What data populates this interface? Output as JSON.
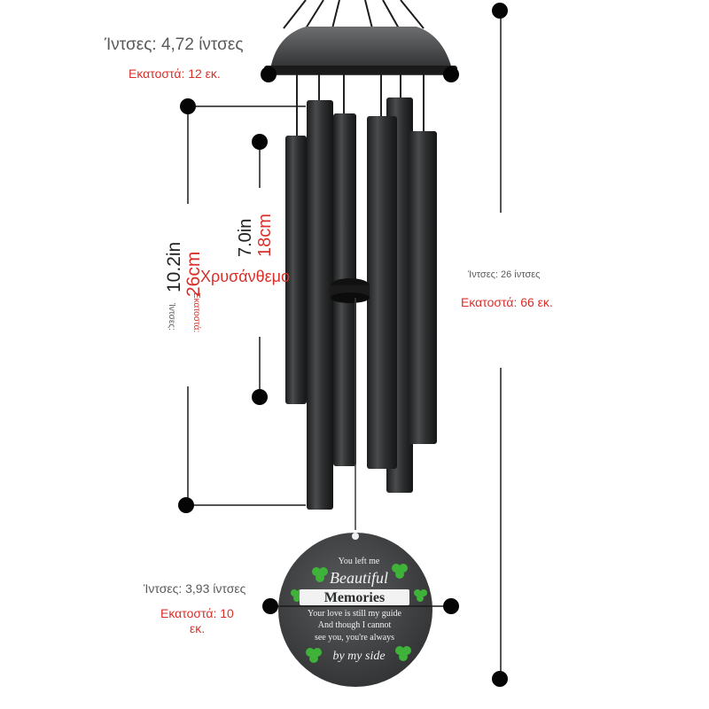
{
  "labels": {
    "top_inches": "Ίντσες: 4,72 ίντσες",
    "top_cm": "Εκατοστά: 12 εκ.",
    "right_inches": "Ίντσες: 26 ίντσες",
    "right_cm": "Εκατοστά: 66 εκ.",
    "left_in_big": "10.2in",
    "left_cm_big": "26cm",
    "left_inches_small": "Ίντσες:",
    "left_cm_small": "Εκατοστά:",
    "mid_in": "7.0in",
    "mid_cm": "18cm",
    "product_name": "Χρυσάνθεμο",
    "bottom_inches": "Ίντσες: 3,93 ίντσες",
    "bottom_cm_line1": "Εκατοστά: 10",
    "bottom_cm_line2": "εκ."
  },
  "plaque": {
    "line1": "You left me",
    "line2": "Beautiful",
    "line3": "Memories",
    "line4": "Your love is still my guide",
    "line5": "And though I cannot",
    "line6": "see you, you're always",
    "line7": "by my side"
  },
  "colors": {
    "chime": "#2b2d2e",
    "accent_red": "#d9302a",
    "label_grey": "#5a5a5a",
    "clover": "#3fb23a"
  }
}
